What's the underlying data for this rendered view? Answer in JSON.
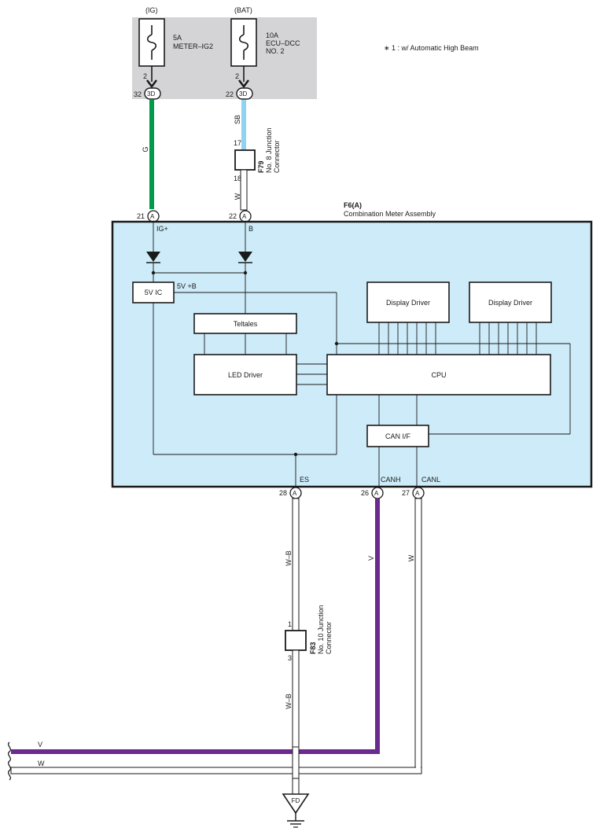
{
  "note": "∗ 1 : w/ Automatic High Beam",
  "fuses": [
    {
      "source": "(IG)",
      "rating": "5A",
      "name1": "METER–IG2",
      "name2": "",
      "pin": "2",
      "conn": "3D",
      "conn_pin": "32"
    },
    {
      "source": "(BAT)",
      "rating": "10A",
      "name1": "ECU–DCC",
      "name2": "NO. 2",
      "pin": "2",
      "conn": "3D",
      "conn_pin": "22"
    }
  ],
  "wires": {
    "g": "G",
    "sb": "SB",
    "w_top": "W",
    "wb_upper": "W–B",
    "wb_lower": "W–B",
    "v_vert": "V",
    "w_vert": "W",
    "v_horiz": "V",
    "w_horiz": "W"
  },
  "junctions": [
    {
      "id": "F79",
      "name1": "No. 8 Junction",
      "name2": "Connector",
      "pin_top": "17",
      "pin_bottom": "18"
    },
    {
      "id": "F83",
      "name1": "No. 10 Junction",
      "name2": "Connector",
      "pin_top": "1",
      "pin_bottom": "3"
    }
  ],
  "meter": {
    "id": "F6(A)",
    "name": "Combination Meter Assembly",
    "terminals": [
      {
        "num": "21",
        "conn": "A",
        "label": "IG+"
      },
      {
        "num": "22",
        "conn": "A",
        "label": "B"
      },
      {
        "num": "28",
        "conn": "A",
        "label": "ES"
      },
      {
        "num": "26",
        "conn": "A",
        "label": "CANH"
      },
      {
        "num": "27",
        "conn": "A",
        "label": "CANL"
      }
    ],
    "blocks": {
      "ic": "5V IC",
      "ic_out": "5V +B",
      "teltales": "Teltales",
      "led": "LED Driver",
      "cpu": "CPU",
      "disp1": "Display Driver",
      "disp2": "Display Driver",
      "can": "CAN I/F"
    }
  },
  "ground": "FD",
  "colors": {
    "green": "#009a4a",
    "skyblue": "#8fd3f0",
    "violet": "#6a2a8e",
    "panel": "#cdebf8",
    "fuse_bg": "#d4d4d6"
  }
}
